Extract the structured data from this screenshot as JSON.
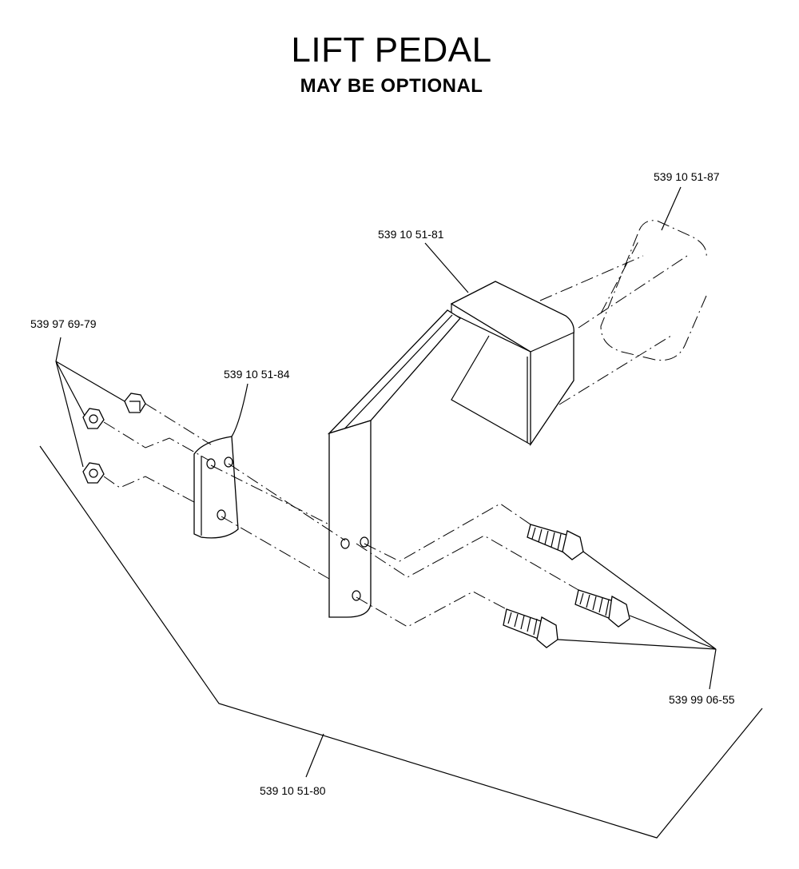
{
  "title": "LIFT PEDAL",
  "subtitle": "MAY BE OPTIONAL",
  "parts": [
    {
      "label": "539 10 51-87"
    },
    {
      "label": "539 10 51-81"
    },
    {
      "label": "539 97 69-79"
    },
    {
      "label": "539 10 51-84"
    },
    {
      "label": "539 99 06-55"
    },
    {
      "label": "539 10 51-80"
    }
  ]
}
